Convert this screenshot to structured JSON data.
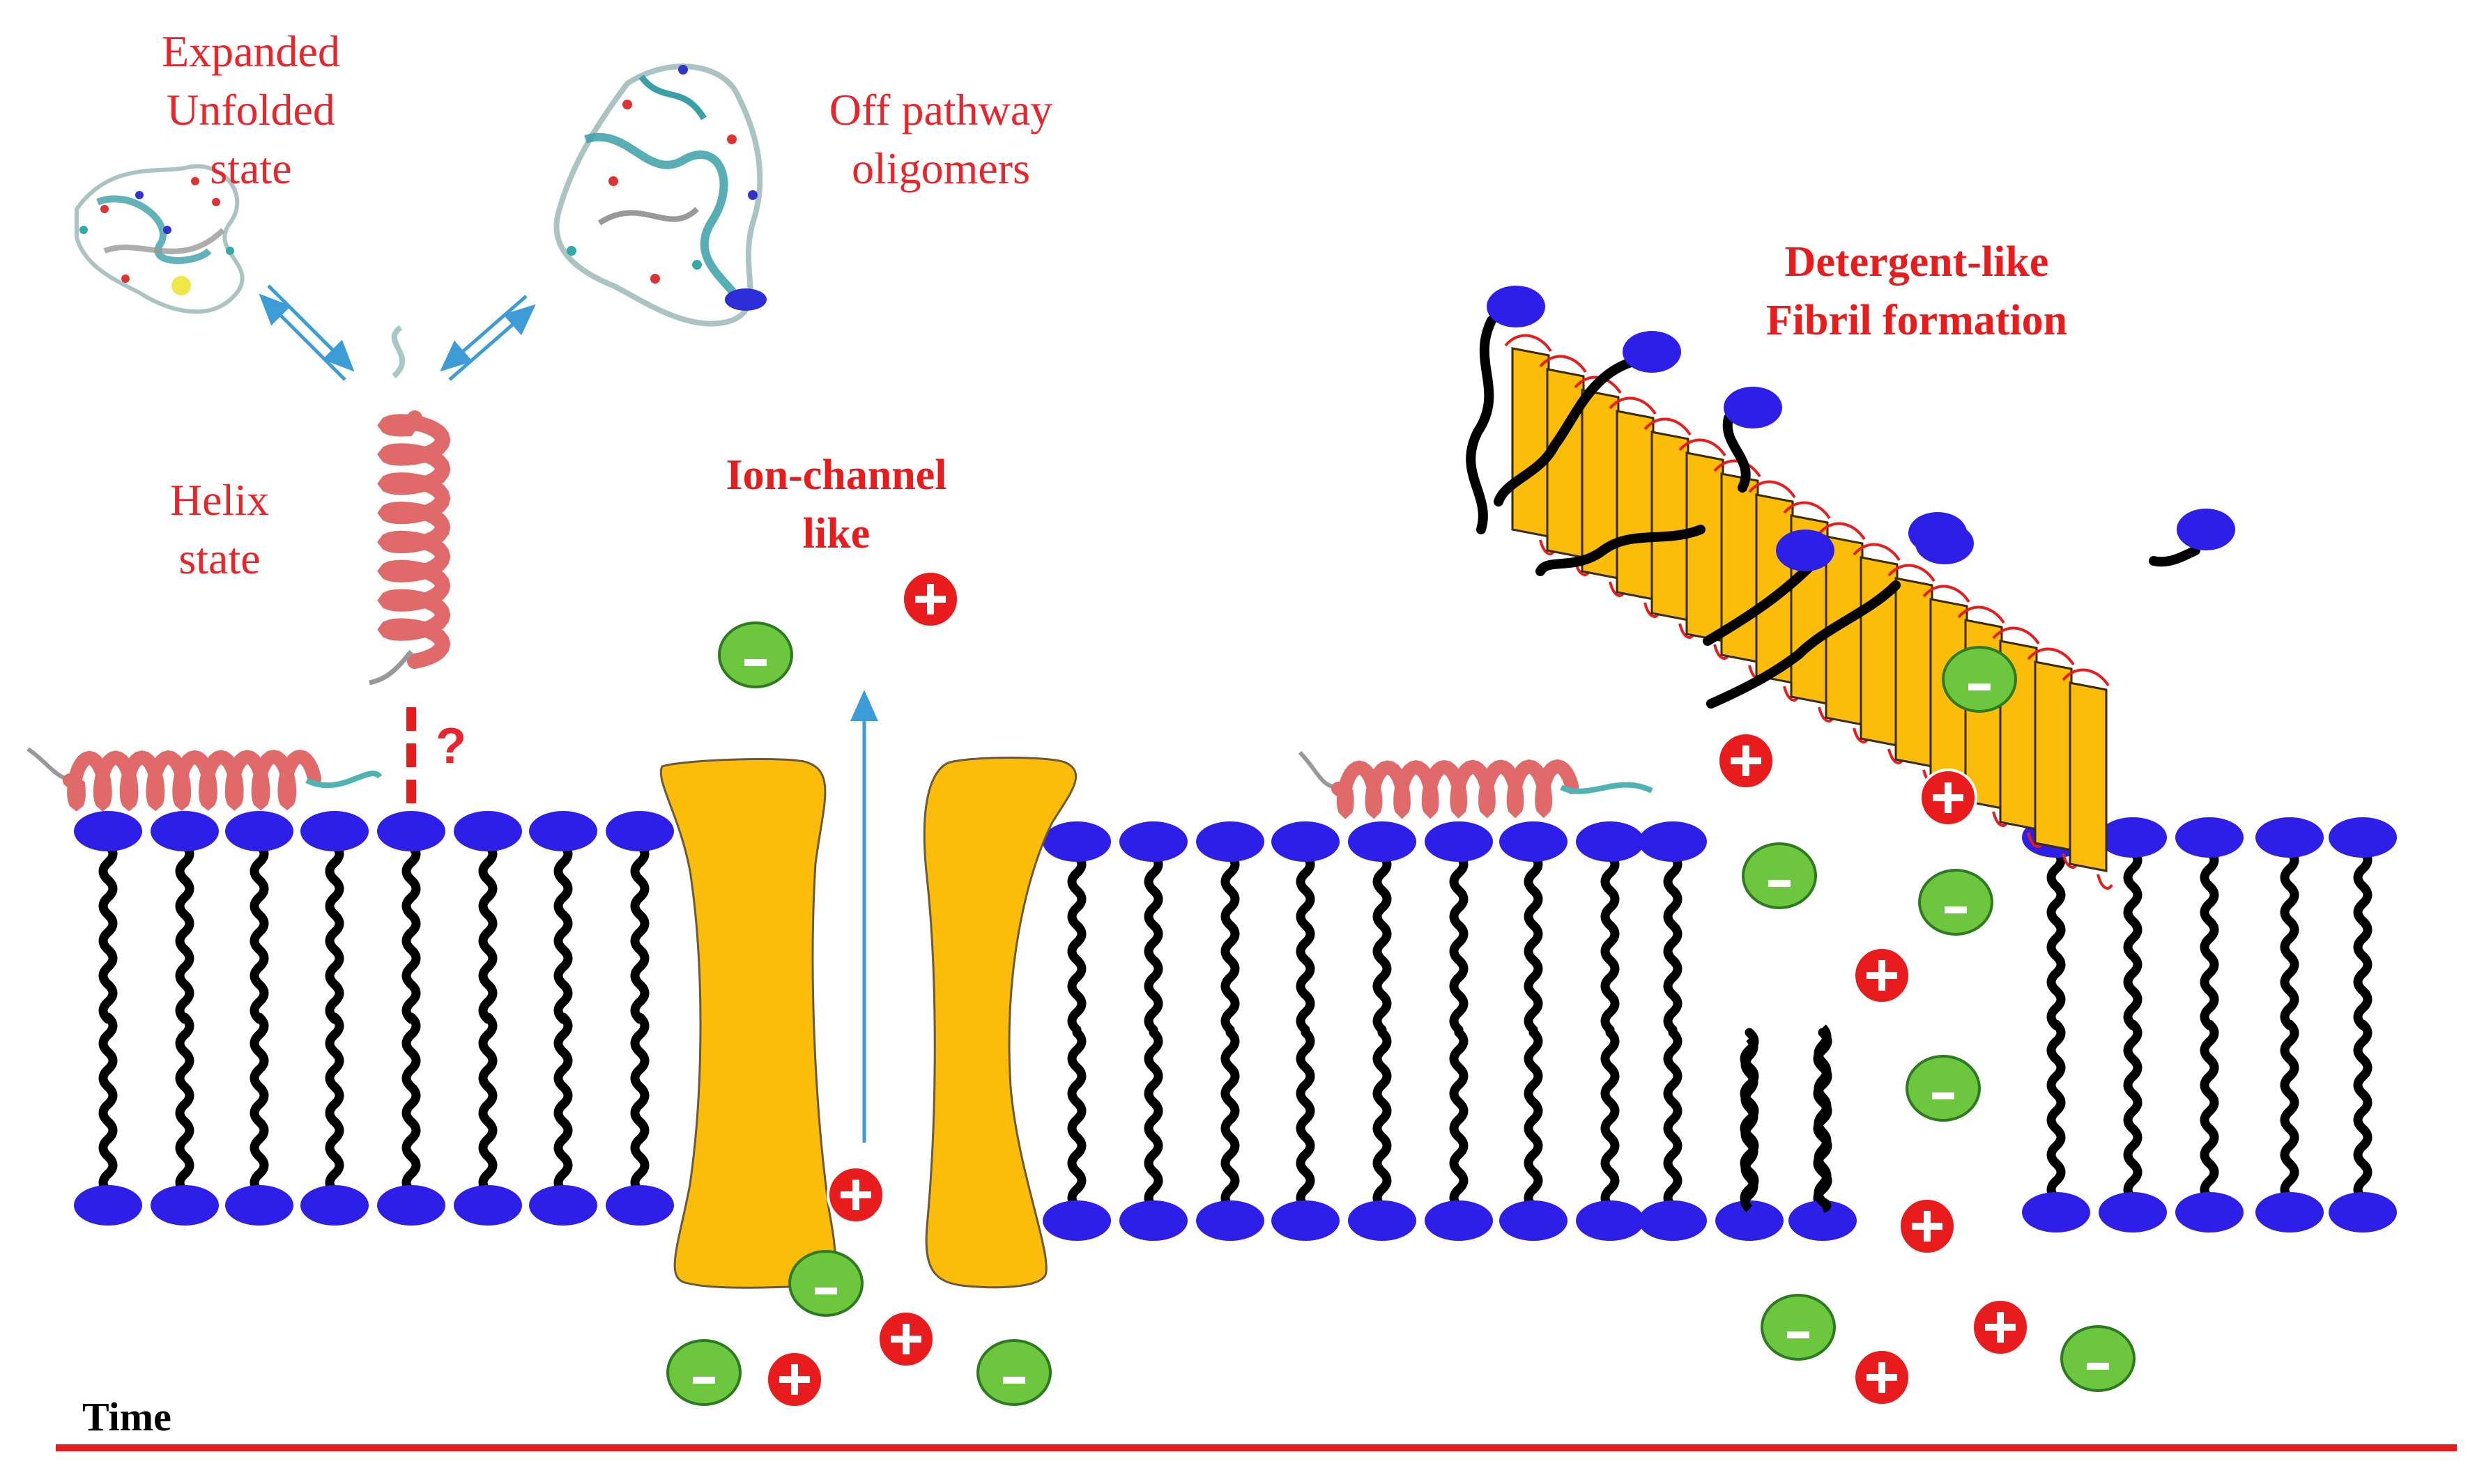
{
  "labels": {
    "expanded_unfolded": [
      "Expanded",
      "Unfolded",
      "state"
    ],
    "off_pathway": [
      "Off pathway",
      "oligomers"
    ],
    "helix_state": [
      "Helix",
      "state"
    ],
    "ion_channel": [
      "Ion-channel",
      "like"
    ],
    "detergent": [
      "Detergent-like",
      "Fibril formation"
    ],
    "question_mark": "?",
    "time": "Time"
  },
  "ion_symbols": {
    "cation": "+",
    "anion": "–"
  },
  "colors": {
    "label_red": "#e8252a",
    "lipid_head": "#2d1fe8",
    "lipid_tail": "#000000",
    "channel": "#fbbd0a",
    "cation_fill": "#e81c1c",
    "anion_fill": "#6cc63e",
    "helix": "#e06a6a",
    "arrow_blue": "#3d9bd6",
    "timeline": "#e81c1c"
  },
  "icons": [
    "unfolded-protein-icon",
    "oligomer-protein-icon",
    "helix-protein-icon",
    "membrane-helix-icon",
    "channel-protein-icon",
    "fibril-icon"
  ]
}
